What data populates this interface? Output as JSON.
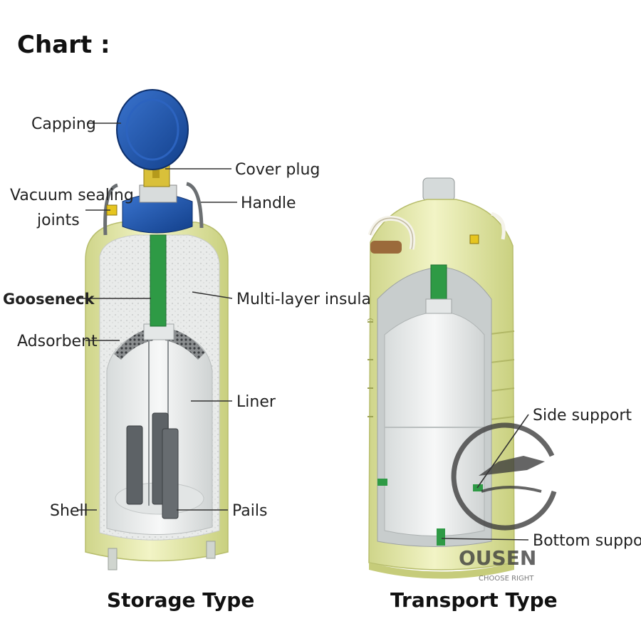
{
  "heading": "Chart :",
  "storage": {
    "caption": "Storage Type",
    "labels": {
      "capping": "Capping",
      "cover_plug": "Cover plug",
      "vacuum_line1": "Vacuum sealing",
      "vacuum_line2": "joints",
      "handle": "Handle",
      "gooseneck": "Gooseneck",
      "insulation": "Multi-layer insulation",
      "adsorbent": "Adsorbent",
      "liner": "Liner",
      "shell": "Shell",
      "pails": "Pails"
    }
  },
  "transport": {
    "caption": "Transport Type",
    "labels": {
      "side_support": "Side support",
      "bottom_support": "Bottom support"
    }
  },
  "logo": {
    "name": "OUSEN",
    "tagline": "CHOOSE RIGHT"
  },
  "colors": {
    "shell": "#e6eaa6",
    "capping": "#1c56b3",
    "gooseneck": "#2e9a45",
    "plug": "#d9c03a",
    "liner": "#f1f3f3",
    "pails": "#5d6266"
  }
}
